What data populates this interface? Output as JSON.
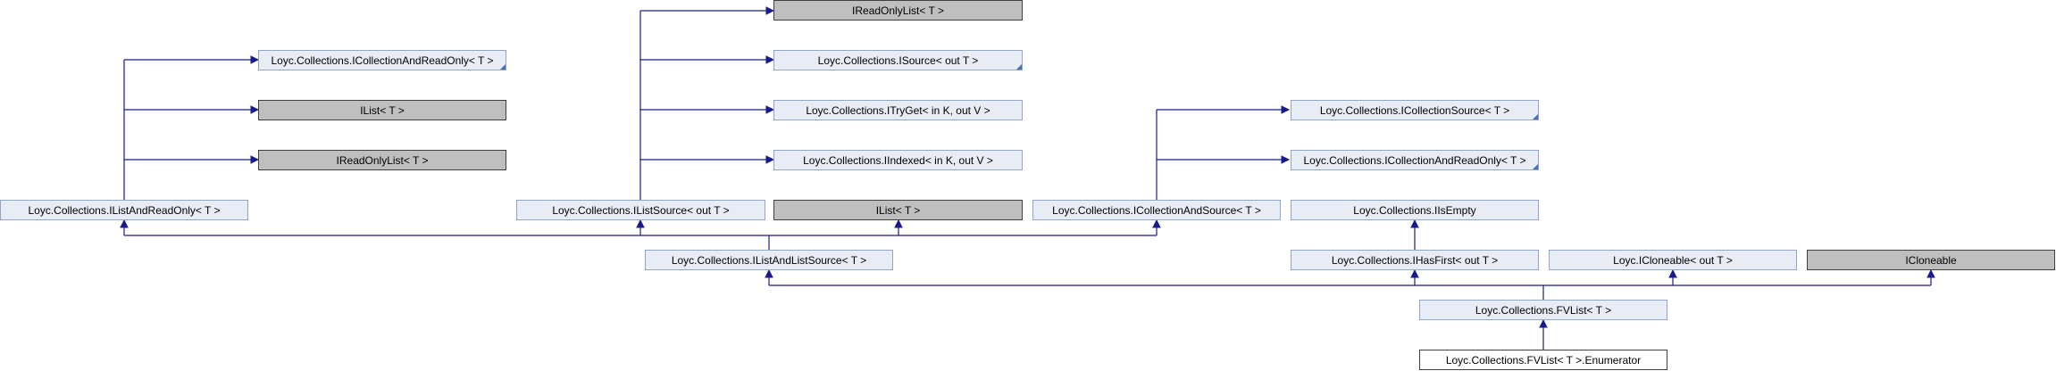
{
  "nodes": {
    "ilistandreadonly": "Loyc.Collections.IListAndReadOnly< T >",
    "icollectionandreadonly_left": "Loyc.Collections.ICollectionAndReadOnly< T >",
    "ilist_left": "IList< T >",
    "ireadonlylist_left": "IReadOnlyList< T >",
    "ilistsource": "Loyc.Collections.IListSource< out T >",
    "ireadonlylist_top": "IReadOnlyList< T >",
    "isource": "Loyc.Collections.ISource< out T >",
    "itryget": "Loyc.Collections.ITryGet< in K, out V >",
    "iindexed": "Loyc.Collections.IIndexed< in K, out V >",
    "ilist_mid": "IList< T >",
    "icollectionandsource": "Loyc.Collections.ICollectionAndSource< T >",
    "icollectionsource": "Loyc.Collections.ICollectionSource< T >",
    "icollectionandreadonly_right": "Loyc.Collections.ICollectionAndReadOnly< T >",
    "iisempty": "Loyc.Collections.IIsEmpty",
    "ilistandlistsource": "Loyc.Collections.IListAndListSource< T >",
    "ihasfirst": "Loyc.Collections.IHasFirst< out T >",
    "icloneable_generic": "Loyc.ICloneable< out T >",
    "icloneable": "ICloneable",
    "fvlist": "Loyc.Collections.FVList< T >",
    "enumerator": "Loyc.Collections.FVList< T >.Enumerator"
  },
  "colors": {
    "edge": "#1a1a8c",
    "node_fill": "#e8edf5",
    "node_border": "#8fa6c8",
    "external_fill": "#bfbfbf",
    "external_border": "#404040"
  }
}
